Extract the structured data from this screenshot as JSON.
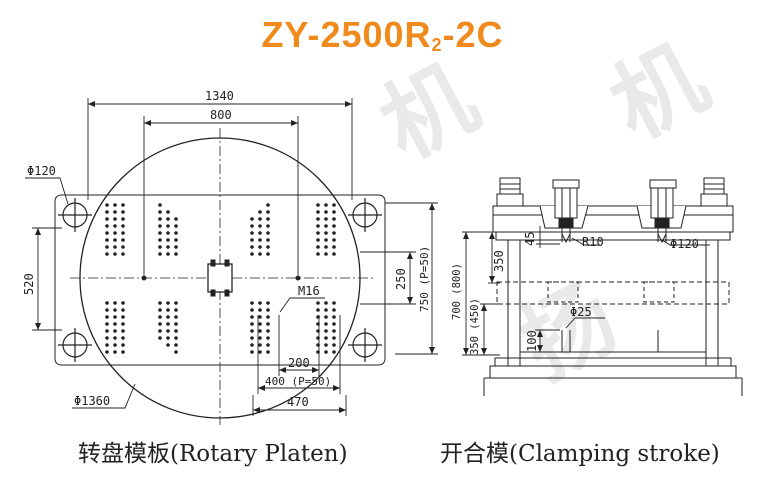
{
  "title": {
    "main": "ZY-2500R",
    "sub": "2",
    "suffix": "-2C"
  },
  "title_color": "#f08a1c",
  "watermark": [
    "机",
    "扬",
    "机"
  ],
  "platen": {
    "dims": {
      "overall_width": "1340",
      "inner_width": "800",
      "hole_dia": "Φ120",
      "height_520": "520",
      "dim_250": "250",
      "dim_750": "750 (P=50)",
      "thread": "M16",
      "dim_200": "200",
      "dim_400": "400 (P=50)",
      "dim_470": "470",
      "disc_dia": "Φ1360"
    },
    "caption": "转盘模板(Rotary Platen)"
  },
  "clamp": {
    "dims": {
      "dim_45": "45",
      "r10": "R10",
      "phi120": "Φ120",
      "dim_350": "350",
      "dim_700": "700 (800)",
      "dim_350b": "350 (450)",
      "phi25": "Φ25",
      "dim_100": "100"
    },
    "caption": "开合模(Clamping stroke)"
  }
}
